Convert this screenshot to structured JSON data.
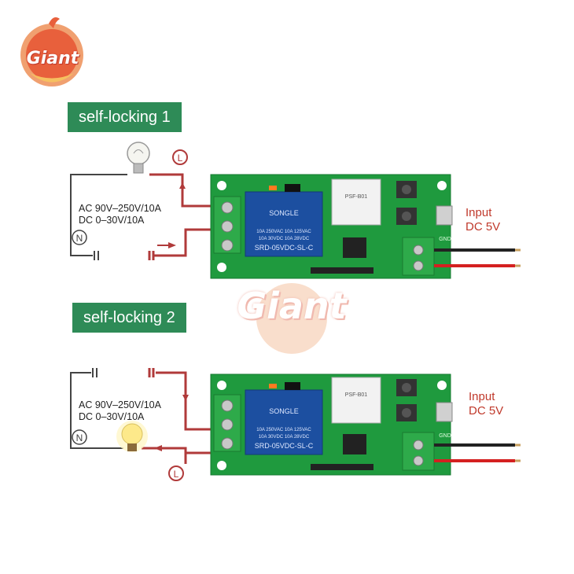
{
  "logo": {
    "text": "Giant"
  },
  "watermark": {
    "text": "Giant"
  },
  "diagram1": {
    "title": "self-locking 1",
    "spec_line1": "AC 90V–250V/10A",
    "spec_line2": "DC 0–30V/10A",
    "live_label": "L",
    "neutral_label": "N",
    "input_line1": "Input",
    "input_line2": "DC 5V"
  },
  "diagram2": {
    "title": "self-locking 2",
    "spec_line1": "AC 90V–250V/10A",
    "spec_line2": "DC 0–30V/10A",
    "live_label": "L",
    "neutral_label": "N",
    "input_line1": "Input",
    "input_line2": "DC 5V"
  },
  "board": {
    "relay_brand": "SONGLE",
    "relay_rating1": "10A 250VAC  10A 125VAC",
    "relay_rating2": "10A 30VDC  10A 28VDC",
    "relay_model": "SRD-05VDC-SL-C",
    "module_label": "PSF-B01",
    "terminal_label": "GND"
  },
  "colors": {
    "board_green": "#1f9a3e",
    "wire_red": "#b03a3a",
    "badge_green": "#2e8b57",
    "relay_blue": "#1c4fa0",
    "input_red": "#c0392b"
  }
}
